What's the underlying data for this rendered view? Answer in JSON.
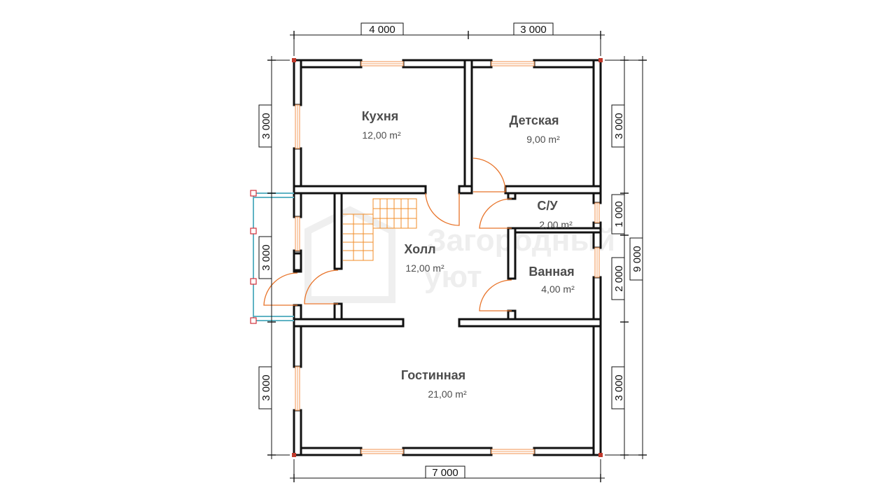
{
  "plan": {
    "watermark": {
      "line1": "Загородный",
      "line2": "уют"
    },
    "rooms": [
      {
        "id": "kitchen",
        "name": "Кухня",
        "area": "12,00 m²"
      },
      {
        "id": "nursery",
        "name": "Детская",
        "area": "9,00 m²"
      },
      {
        "id": "wc",
        "name": "С/У",
        "area": "2,00 m²"
      },
      {
        "id": "bath",
        "name": "Ванная",
        "area": "4,00 m²"
      },
      {
        "id": "hall",
        "name": "Холл",
        "area": "12,00 m²"
      },
      {
        "id": "living",
        "name": "Гостинная",
        "area": "21,00 m²"
      }
    ],
    "dimensions": {
      "top": [
        "4 000",
        "3 000"
      ],
      "bottom": [
        "7 000"
      ],
      "left": [
        "3 000",
        "3 000",
        "3 000"
      ],
      "right": [
        "3 000",
        "1 000",
        "2 000",
        "3 000"
      ],
      "right_total": "9 000"
    }
  }
}
